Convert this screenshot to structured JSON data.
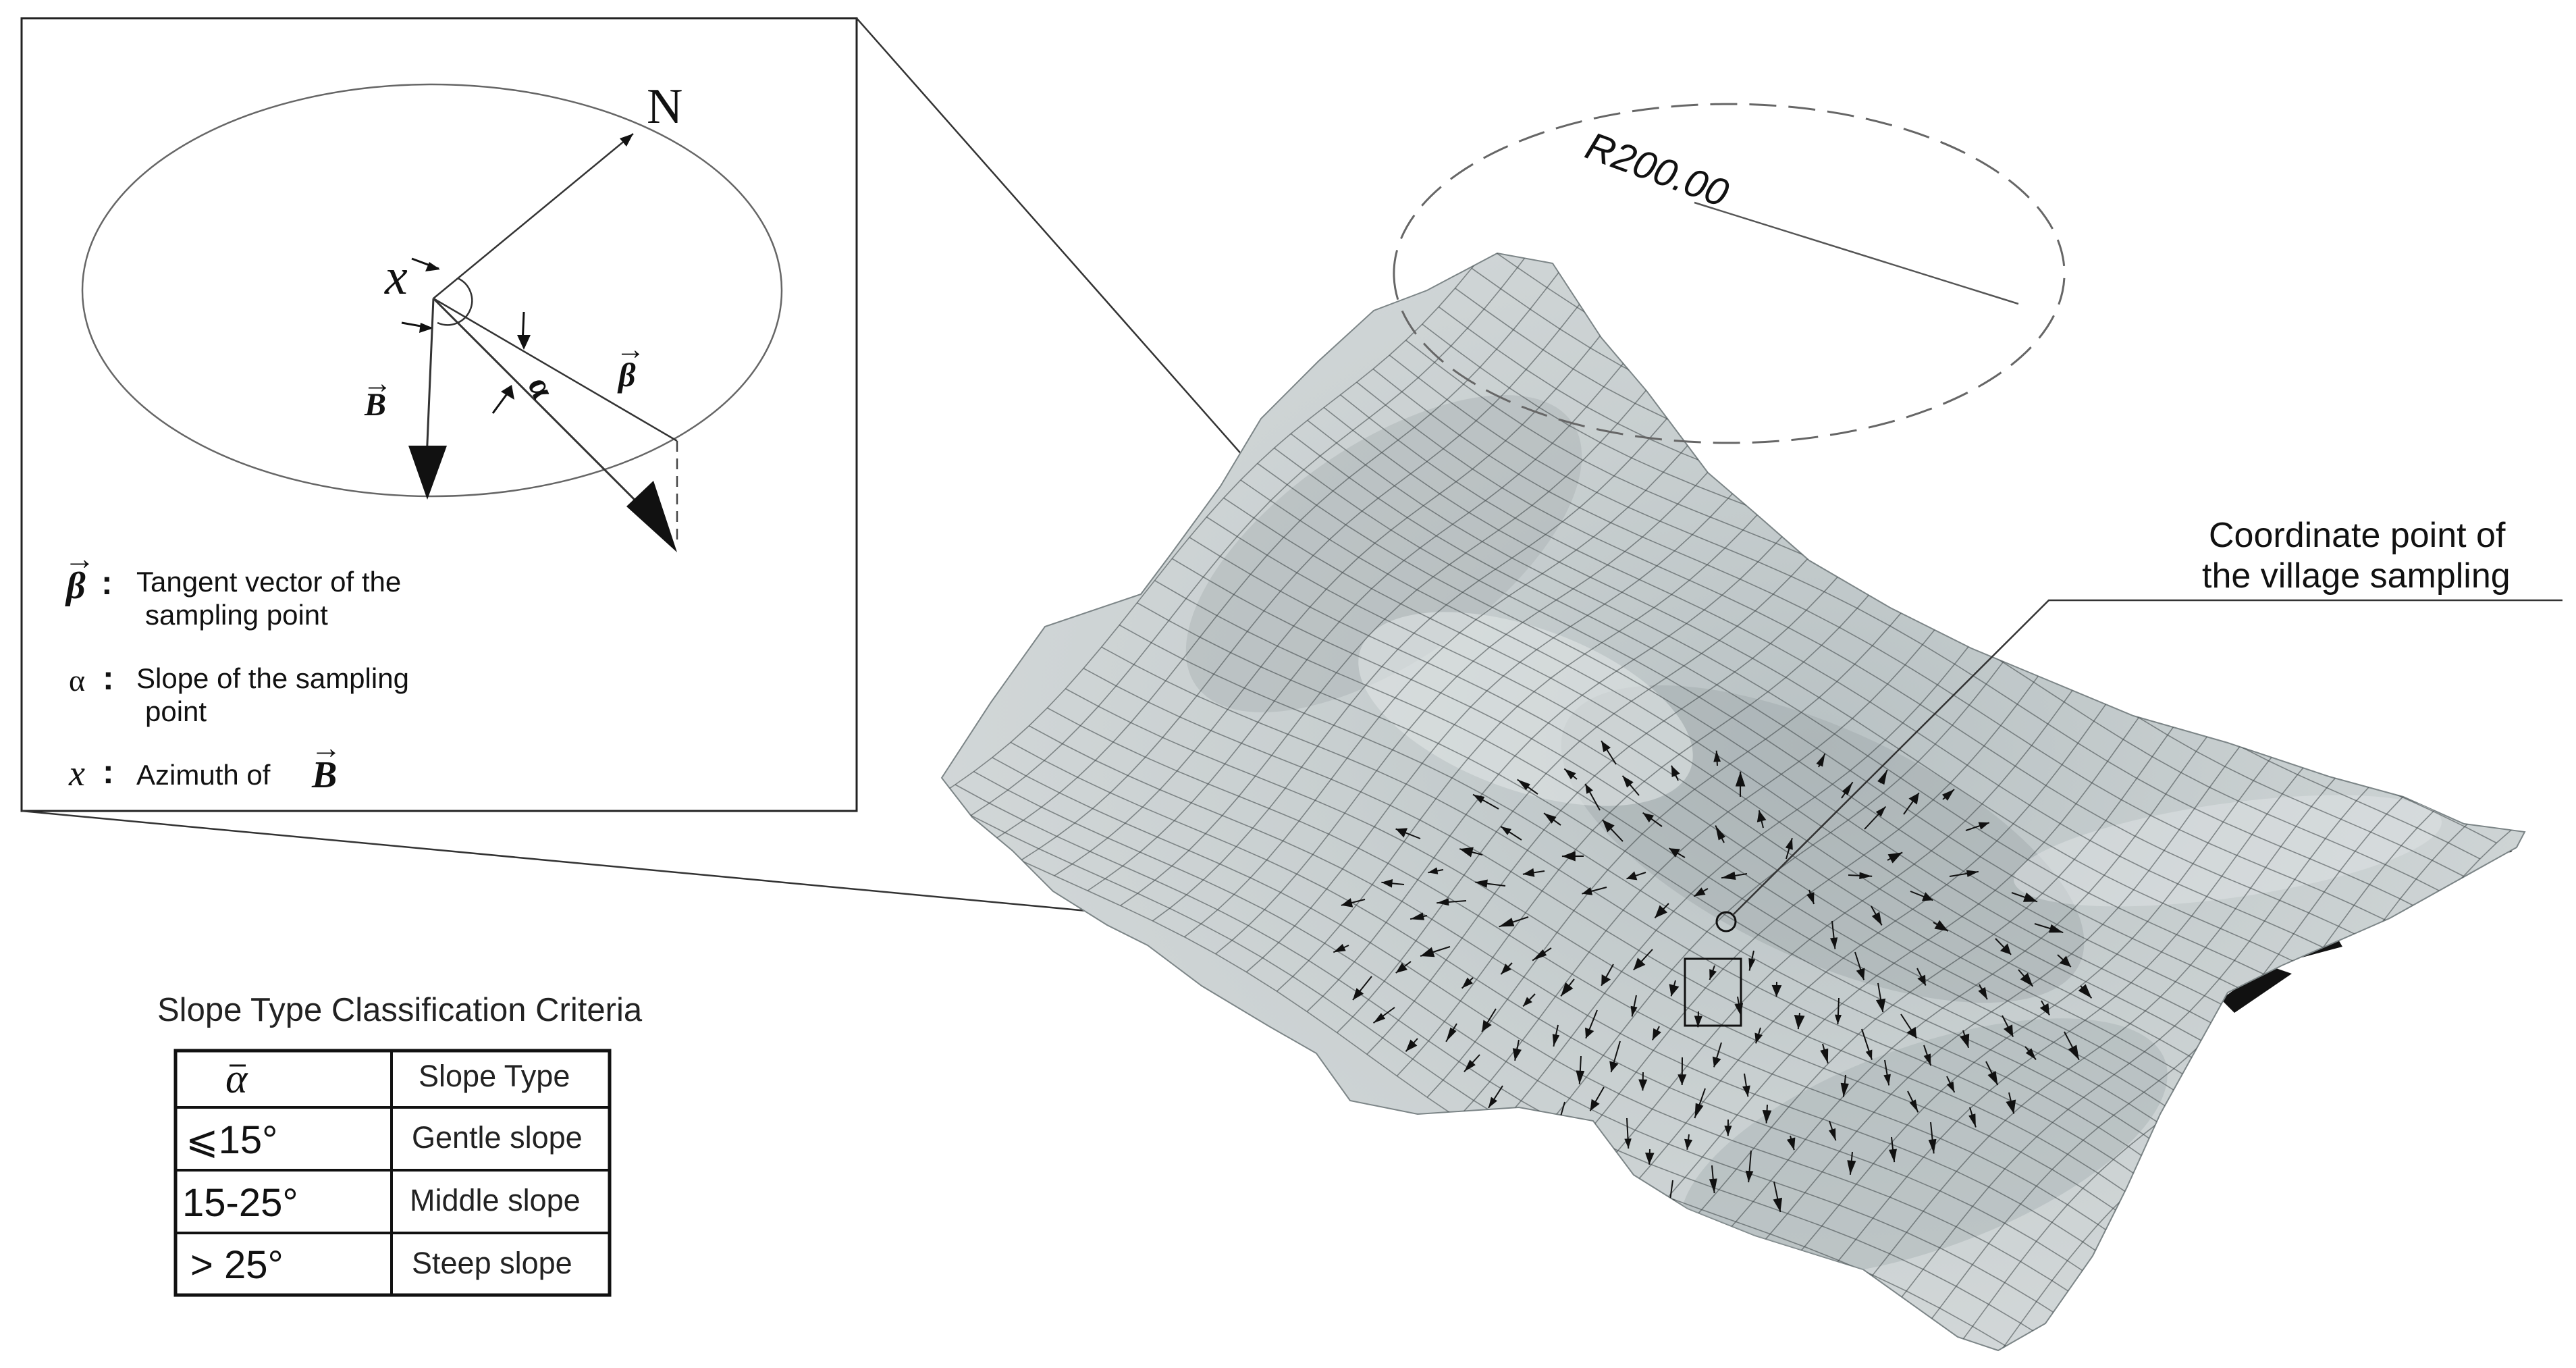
{
  "inset": {
    "north_label": "N",
    "azimuth_symbol": "x",
    "alpha_symbol": "α",
    "beta_symbol": "β",
    "b_symbol": "B"
  },
  "legend": {
    "items": [
      {
        "symbol": "β",
        "separator": ":",
        "line1": "Tangent vector of the",
        "line2": "sampling point"
      },
      {
        "symbol": "α",
        "separator": ":",
        "line1": "Slope of the sampling",
        "line2": "point"
      },
      {
        "symbol": "x",
        "separator": ":",
        "line1": "Azimuth of",
        "symbol2": "B"
      }
    ]
  },
  "radius_label": "R200.00",
  "callout": {
    "line1": "Coordinate point of",
    "line2": "the village sampling"
  },
  "table": {
    "title": "Slope Type Classification Criteria",
    "header": {
      "col1": "α",
      "col2": "Slope Type"
    },
    "rows": [
      {
        "range": "⩽15°",
        "type": "Gentle slope"
      },
      {
        "range": "15-25°",
        "type": "Middle slope"
      },
      {
        "range": "> 25°",
        "type": "Steep slope"
      }
    ]
  },
  "colors": {
    "terrain_fill": "#c4cccd",
    "terrain_shadow": "#a9b2b4",
    "mesh_line": "#3c4446",
    "ink": "#111111"
  }
}
